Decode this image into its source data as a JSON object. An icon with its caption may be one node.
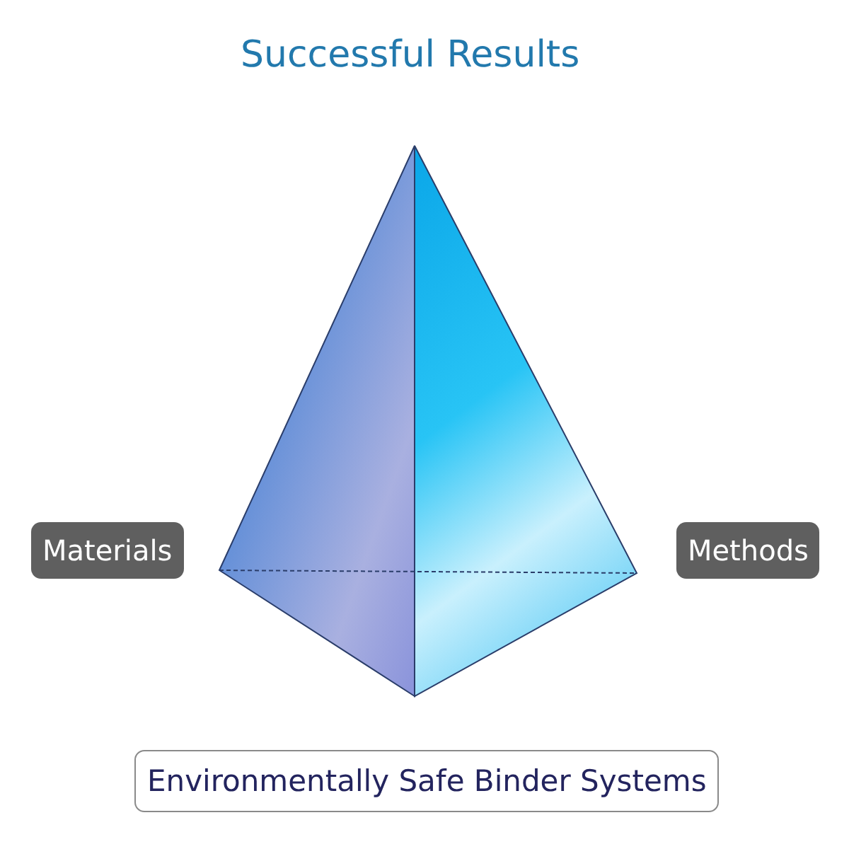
{
  "diagram": {
    "nodes": [
      {
        "text": [
          "Materials"
        ]
      },
      {
        "text": [
          "Methods"
        ]
      },
      {
        "text": [
          "Environmentally Safe Binder Systems"
        ]
      }
    ],
    "labels": [
      "Successful Results"
    ]
  }
}
